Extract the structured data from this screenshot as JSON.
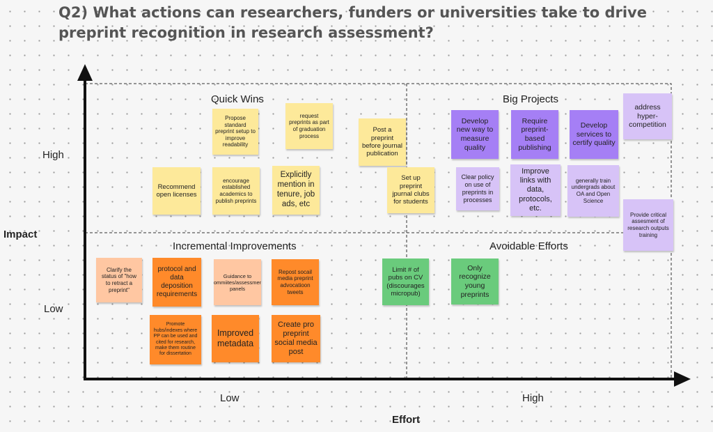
{
  "title": "Q2) What actions can researchers, funders or universities take to drive preprint recognition in research assessment?",
  "quadrants": {
    "top_left": "Quick Wins",
    "top_right": "Big Projects",
    "bottom_left": "Incremental Improvements",
    "bottom_right": "Avoidable Efforts"
  },
  "axes": {
    "y_label": "Impact",
    "y_high": "High",
    "y_low": "Low",
    "x_label": "Effort",
    "x_low": "Low",
    "x_high": "High"
  },
  "notes": {
    "propose_standard": "Propose standard preprint setup to improve readability",
    "request_preprints": "request preprints as part of graduation process",
    "post_preprint": "Post a preprint before journal publication",
    "recommend_licenses": "Recommend open licenses",
    "encourage_academics": "encourage established academics to publish preprints",
    "explicitly_mention": "Explicitly mention in tenure, job ads, etc",
    "journal_clubs": "Set up preprint jpurnal clubs for students",
    "develop_measure": "Develop new way to measure quality",
    "require_publishing": "Require preprint-based publishing",
    "develop_services": "Develop services to certify quality",
    "hypercompetition": "address hyper-competition",
    "clear_policy": "Clear policy on use of preprints in processes",
    "improve_links": "Improve links with data, protocols, etc.",
    "train_undergrads": "generally train undergrads about OA and Open Science",
    "critical_assessment": "Provide critical assesment of research outputs training",
    "clarify_retract": "Clarify the status of \"how to retract a preprint\"",
    "protocol_deposition": "protocol and data deposition requirements",
    "guidance_panels": "Guidance to commiites/assessment panels",
    "repost_social": "Repost socail media preprint advocatioon tweets",
    "limit_pubs": "Limit # of pubs on CV (discourages micropub)",
    "only_young": "Only recognize young preprints",
    "promote_hubs": "Promote hubs/indexes where PP can be used and cited for research, make them routine for dissertation",
    "improved_metadata": "Improved metadata",
    "create_post": "Create pro preprint social media post"
  }
}
